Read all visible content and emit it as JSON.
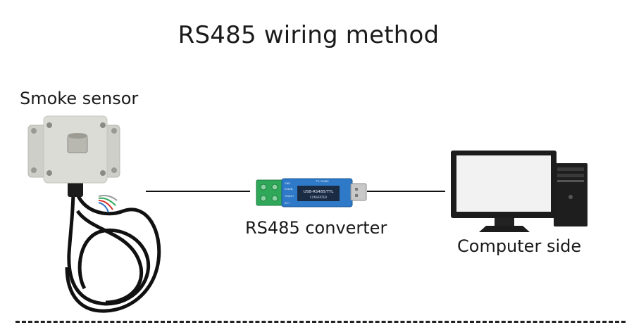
{
  "title": "RS485 wiring method",
  "labels": {
    "sensor": "Smoke sensor",
    "converter": "RS485 converter",
    "computer": "Computer side"
  },
  "converter_print": {
    "model": "USB-RS485/TTL",
    "sub": "CONVERTER",
    "pins": [
      "GND",
      "RXD/B-",
      "TXD/A+",
      "5V+"
    ],
    "top": "TTL   RS485"
  },
  "colors": {
    "sensor_box": "#dcdcd7",
    "converter_blue": "#2e79c8",
    "terminal_green": "#2fa85a",
    "monitor": "#1c1c1c"
  }
}
